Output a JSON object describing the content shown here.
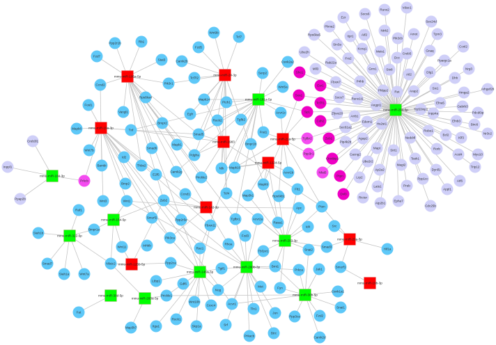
{
  "colors": {
    "mirna_up": "#ff0000",
    "mirna_down": "#00ff00",
    "target_blue": "#5ec8f8",
    "target_pink": "#ee00c4",
    "target_magenta": "#f44cf0",
    "target_lavender": "#cfcff8",
    "edge": "#c4c4c4"
  },
  "nodes": {
    "mirna_up": [
      "mmu-miR-106a-5p",
      "mmu-miR-19a-3p",
      "mmu-miR-24-3p",
      "mmu-miR-1983",
      "mmu-miR-21a-5p",
      "mmu-miR-1224-5p",
      "mmu-miR-125b-5p",
      "mmu-miR-142-3p",
      "mmu-miR-20a-5p",
      "mmu-miR-19b-3p"
    ],
    "mirna_down": [
      "mmu-miR-181a-5p",
      "mmu-miR-204-5p",
      "mmu-miR-184-3p",
      "mmu-miR-154-5p",
      "mmu-miR-322-5p",
      "mmu-miR-30d-5p",
      "mmu-miR-200a-3p",
      "mmu-miR-146a-3p",
      "mmu-miR-200b-3p",
      "mmu-miR-203-3p",
      "mmu-miR-30b-5p"
    ],
    "target_blue": [
      "Ppp2r1b",
      "Rb1",
      "Fzd7",
      "Stat3",
      "Ccnd2",
      "Pik3r1",
      "Rps6ka4",
      "Vangl1",
      "Fosl1",
      "Mapk8",
      "Tnf",
      "Bmpr2",
      "Wnt7b",
      "Id2",
      "Smad6",
      "Bambi",
      "Thbs2",
      "Wnt9b",
      "Tcf7",
      "Fzd5",
      "Camk2b",
      "Tcf7l2",
      "Serp2",
      "Csnk2a2",
      "Wnt5a",
      "Mapk14",
      "Ptch1",
      "Egfr",
      "Rock2",
      "Tgfb2",
      "Smad5",
      "Acvr1c",
      "Frat1",
      "Bmpr1b",
      "Mapk1",
      "Pdgfra",
      "Nlk",
      "Mapk10",
      "Camk2g",
      "Acvr1b",
      "E2f5",
      "Bmp2",
      "Wnt1",
      "Zeb2",
      "Smurf2",
      "Ccnd1",
      "Prickle2",
      "Ppp2r5e",
      "Fbxw11",
      "Tcf4",
      "Map3k1",
      "Mapk9",
      "Rps6kb1",
      "Apc",
      "Pten",
      "Flt1",
      "Tgfbr1",
      "Acvr2a",
      "Rasa1",
      "Fzd3",
      "Rhoa",
      "Rac1",
      "Pik3ca",
      "Ppp2ca",
      "Tbl1xr1",
      "Id4",
      "Snai2",
      "Smad3",
      "Tgif1",
      "Bmi1",
      "Prkca",
      "Jak1",
      "Gdf6",
      "Nog",
      "Met",
      "Fyn",
      "Prickle1",
      "Wnt10b",
      "Cxxc4",
      "Acvr1",
      "Tln1",
      "Jun",
      "Rock1",
      "Skp1a",
      "Srf",
      "Prkacb",
      "Btrc",
      "Ppp3ca",
      "Fzd2",
      "Camk2d",
      "Ltbp1",
      "Itga1",
      "Map3k7",
      "Fat",
      "Nfatc2",
      "Wnt11",
      "Inhbb",
      "Bmpr1a",
      "Raf1",
      "Siah1b",
      "Smad7",
      "Siah1a",
      "Wnt7a",
      "Wnt3",
      "Smurf1",
      "Src",
      "Hif1a",
      "Csnk1a1",
      "Snai1"
    ],
    "target_pink": [
      "Shc1",
      "Esr1",
      "Sos1",
      "Tcf7l1",
      "Sp1",
      "Cdh2",
      "Zeb1",
      "Ctnnbip1",
      "Ptpn",
      "Dvl3"
    ],
    "target_magenta": [
      "Tgfbr2",
      "Ppp3r1",
      "Nfat5",
      "Prkcb"
    ],
    "target_lavender": [
      "Creb3l1",
      "Inppl1",
      "Ppap2b",
      "Rps6ka5",
      "Ube2h",
      "Mll3",
      "Ezr",
      "Socs6",
      "Runx2",
      "Vdac1",
      "Plxna2",
      "Sec24d",
      "Itpr1",
      "Atf2",
      "Ntrk2",
      "Amot",
      "Tpm3",
      "Sin3a",
      "Kcnq1",
      "Pik3cb",
      "Meis1",
      "Creb5",
      "Gnaq",
      "Ccnl2",
      "Rab22a",
      "Frs2",
      "Dcc",
      "Ppargc1a",
      "Grm1",
      "Stx8",
      "Atl2",
      "Dlg1",
      "Nrg3",
      "Fbxw7",
      "P4hb",
      "Phlpp2",
      "Ret",
      "Arap2",
      "Dhh",
      "Six1",
      "Hmga2",
      "Arhgef28",
      "Socs7",
      "Runx1t1",
      "Angpt1",
      "Efna5",
      "Gabrb3",
      "Trp53inp1",
      "Inpp4a",
      "Pdcd6ip",
      "Zfyve20",
      "Arrb1",
      "Edem1",
      "Hs2st1",
      "Efnb3",
      "Birc6",
      "Sec61a2",
      "Nr3c2",
      "Robo1",
      "Bcl2",
      "Klf3",
      "Pip4k2b",
      "Agap2",
      "Nedd4l",
      "Mapt",
      "Sirt1",
      "Rorb",
      "Cacng2",
      "Ube2r2",
      "Magi2",
      "Taok1",
      "Acsl4",
      "Myo10",
      "Ap2a2",
      "Dynll1",
      "Trip12",
      "Lrp2",
      "Ppp1cc",
      "Preb",
      "Atf6",
      "Lats1",
      "Appl1",
      "Rictor",
      "Atp2b1",
      "Epha7",
      "Cdc25b"
    ]
  },
  "edges": {
    "mmu-miR-106a-5p": [
      "Ppp2r1b",
      "Rb1",
      "Fzd7",
      "Stat3",
      "Ccnd2",
      "Pik3r1",
      "Rps6ka4",
      "Vangl1",
      "Bmpr2",
      "Smad5",
      "Pdgfra",
      "Mapk1",
      "Zeb2",
      "Ppp2r5e",
      "Tgfbr1",
      "Rhoa",
      "Smad6",
      "Thbs2",
      "Camk2g",
      "Prickle2"
    ],
    "mmu-miR-19a-3p": [
      "Ccnd2",
      "Fosl1",
      "Mapk8",
      "Tnf",
      "Wnt7b",
      "Id2",
      "Bambi",
      "Bmp2",
      "Wnt1",
      "E2f5",
      "Ccnd1",
      "Smurf2",
      "Pik3ca",
      "Rac1",
      "Prkcb",
      "Acvr1",
      "Fbxw11",
      "Smad5",
      "Wnt3"
    ],
    "mmu-miR-24-3p": [
      "Wnt9b",
      "Tcf7",
      "Fzd5",
      "Camk2b",
      "Tcf7l2",
      "Mapk14",
      "Ptch1",
      "Egfr",
      "Rock2",
      "Tgfb2",
      "Pdgfra",
      "Nlk",
      "Pik3r1",
      "Tcf4",
      "Rasa1",
      "Smad5"
    ],
    "mmu-miR-181a-5p": [
      "Serp2",
      "Csnk2a2",
      "Wnt5a",
      "Acvr1c",
      "Frat1",
      "Bmpr1b",
      "Tgfb2",
      "Ptch1",
      "Rock2",
      "Mapk10",
      "Sp1",
      "Smad5",
      "Camk2g",
      "Nlk",
      "Tgfbr1",
      "Rac1",
      "Tnf",
      "Mapk14"
    ],
    "mmu-miR-1983": [
      "Mapk14",
      "Smad5",
      "Pdgfra",
      "Nlk",
      "Prickle2",
      "Tcf4",
      "Rock2",
      "Pten",
      "Tnf"
    ],
    "mmu-miR-21a-5p": [
      "Tgfbr2",
      "Ppp3r1",
      "Sp1",
      "Frat1",
      "Acvr1c",
      "Rps6kb1",
      "Mapk9",
      "Pten",
      "Acvr1b",
      "Sos1",
      "Mapk10"
    ],
    "mmu-miR-1224-5p": [
      "Acvr1b",
      "Mapk9",
      "Map3k1",
      "Mapk10",
      "Nlk",
      "Rasa1"
    ],
    "mmu-miR-204-5p": [
      "Rps6ka5",
      "Ube2h",
      "Mll3",
      "Ezr",
      "Socs6",
      "Runx2",
      "Vdac1",
      "Plxna2",
      "Sec24d",
      "Itpr1",
      "Atf2",
      "Ntrk2",
      "Amot",
      "Tpm3",
      "Sin3a",
      "Kcnq1",
      "Pik3cb",
      "Meis1",
      "Creb5",
      "Gnaq",
      "Ccnl2",
      "Rab22a",
      "Frs2",
      "Dcc",
      "Ppargc1a",
      "Grm1",
      "Stx8",
      "Atl2",
      "Dlg1",
      "Nrg3",
      "Fbxw7",
      "P4hb",
      "Phlpp2",
      "Ret",
      "Arap2",
      "Dhh",
      "Six1",
      "Hmga2",
      "Arhgef28",
      "Socs7",
      "Runx1t1",
      "Angpt1",
      "Efna5",
      "Gabrb3",
      "Trp53inp1",
      "Inpp4a",
      "Pdcd6ip",
      "Zfyve20",
      "Arrb1",
      "Edem1",
      "Hs2st1",
      "Efnb3",
      "Birc6",
      "Sec61a2",
      "Nr3c2",
      "Robo1",
      "Bcl2",
      "Klf3",
      "Pip4k2b",
      "Agap2",
      "Nedd4l",
      "Mapt",
      "Sirt1",
      "Rorb",
      "Cacng2",
      "Ube2r2",
      "Magi2",
      "Taok1",
      "Acsl4",
      "Myo10",
      "Ap2a2",
      "Dynll1",
      "Trip12",
      "Lrp2",
      "Ppp1cc",
      "Preb",
      "Atf6",
      "Lats1",
      "Appl1",
      "Rictor",
      "Atp2b1",
      "Epha7",
      "Cdc25b",
      "Shc1",
      "Esr1",
      "Sos1",
      "Tcf7l1",
      "Sp1",
      "Cdh2",
      "Zeb1",
      "Ctnnbip1",
      "Ptpn",
      "Dvl3",
      "Tgfbr2",
      "Ppp3r1",
      "Nfat5"
    ],
    "mmu-miR-184-3p": [
      "Creb3l1",
      "Inppl1",
      "Ppap2b",
      "Prkcb"
    ],
    "mmu-miR-154-5p": [
      "Bmpr1a",
      "Wnt11",
      "Nfatc2",
      "Wnt1",
      "Zeb2"
    ],
    "mmu-miR-322-5p": [
      "Raf1",
      "Siah1b",
      "Smad7",
      "Siah1a",
      "Wnt7a",
      "Bmpr1a",
      "Nfatc2"
    ],
    "mmu-miR-125b-5p": [
      "Nfatc2",
      "Wnt11",
      "Ppp2ca",
      "Zeb2"
    ],
    "mmu-miR-30d-5p": [
      "Fat"
    ],
    "mmu-miR-200a-3p": [
      "Map3k7",
      "Nfatc2",
      "Prickle1"
    ],
    "mmu-miR-142-3p": [
      "Ccnd1",
      "Zeb2",
      "Apc",
      "Pik3ca",
      "Wnt1"
    ],
    "mmu-miR-146a-3p": [
      "Ppp2ca",
      "Rac1",
      "Pik3ca",
      "Ltbp1",
      "Gdf6",
      "Nog",
      "Wnt10b",
      "Cxxc4",
      "Rock1",
      "Skp1a",
      "Itga1",
      "Tgif1",
      "Fbxw11",
      "Ppp2r5e",
      "Smurf2",
      "Prickle1"
    ],
    "mmu-miR-200b-3p": [
      "Tgif1",
      "Fzd3",
      "Rhoa",
      "Tbl1xr1",
      "Bmi1",
      "Met",
      "Nog",
      "Acvr1",
      "Tln1",
      "Jun",
      "Srf",
      "Prkacb",
      "Btrc",
      "Tgfbr1",
      "Acvr2a",
      "Prkca",
      "Wnt1",
      "Zeb2"
    ],
    "mmu-miR-203-3p": [
      "Rasa1",
      "Rps6kb1",
      "Apc",
      "Id4",
      "Snai2",
      "Smad3",
      "Bmi1",
      "Fyn",
      "Tbl1xr1",
      "Acvr2a",
      "Map3k1",
      "Tcf4",
      "Flt1",
      "Pten"
    ],
    "mmu-miR-30b-5p": [
      "Jak1",
      "Prkca",
      "Fyn",
      "Ppp3ca",
      "Fzd2",
      "Camk2d",
      "Csnk1a1",
      "Snai1",
      "Snai2",
      "Prickle1",
      "Acvr1",
      "Bmi1"
    ],
    "mmu-miR-20a-5p": [
      "Src",
      "Hif1a",
      "Smad3",
      "Smurf1",
      "Pten"
    ],
    "mmu-miR-19b-3p": [
      "Smurf1"
    ]
  }
}
